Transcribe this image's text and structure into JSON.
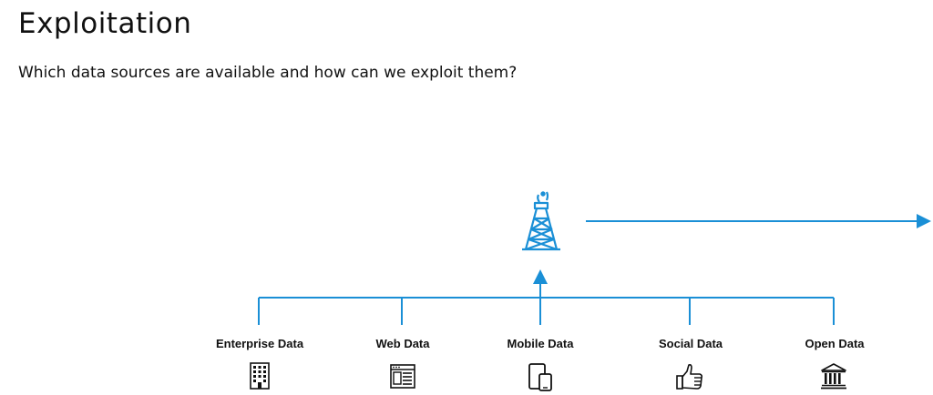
{
  "title": "Exploitation",
  "subtitle": "Which data sources are available and how can we exploit them?",
  "colors": {
    "accent": "#1a8fd6",
    "icon": "#111111"
  },
  "hub_icon": "oil-derrick-icon",
  "sources": [
    {
      "label": "Enterprise Data",
      "icon": "office-building-icon"
    },
    {
      "label": "Web Data",
      "icon": "browser-window-icon"
    },
    {
      "label": "Mobile Data",
      "icon": "mobile-devices-icon"
    },
    {
      "label": "Social Data",
      "icon": "thumbs-up-icon"
    },
    {
      "label": "Open Data",
      "icon": "government-building-icon"
    }
  ]
}
